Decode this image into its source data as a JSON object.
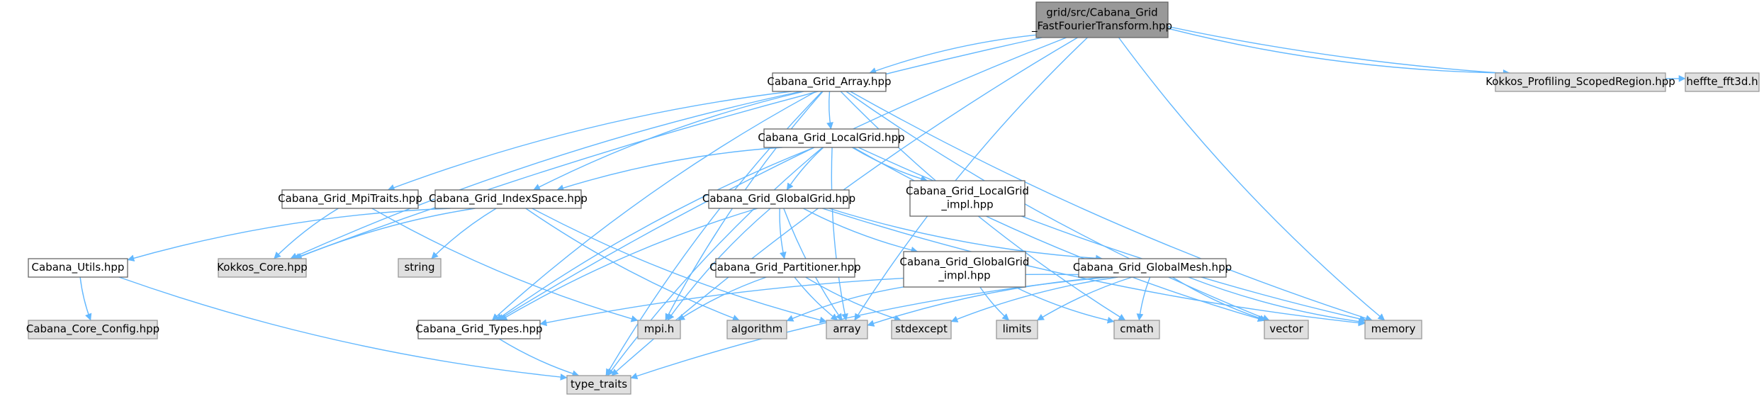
{
  "colors": {
    "edge": "#63b8ff",
    "node_border": "#666666",
    "system_fill": "#e0e0e0",
    "system_border": "#999999",
    "root_fill": "#999999",
    "file_fill": "#ffffff"
  },
  "graph": {
    "nodes": [
      {
        "id": "root",
        "kind": "root",
        "lines": [
          "grid/src/Cabana_Grid",
          "_FastFourierTransform.hpp"
        ]
      },
      {
        "id": "array_hpp",
        "kind": "file",
        "lines": [
          "Cabana_Grid_Array.hpp"
        ]
      },
      {
        "id": "kokkos_prof",
        "kind": "system",
        "lines": [
          "Kokkos_Profiling_ScopedRegion.hpp"
        ]
      },
      {
        "id": "heffte",
        "kind": "system",
        "lines": [
          "heffte_fft3d.h"
        ]
      },
      {
        "id": "localgrid",
        "kind": "file",
        "lines": [
          "Cabana_Grid_LocalGrid.hpp"
        ]
      },
      {
        "id": "mpitraits",
        "kind": "file",
        "lines": [
          "Cabana_Grid_MpiTraits.hpp"
        ]
      },
      {
        "id": "indexspace",
        "kind": "file",
        "lines": [
          "Cabana_Grid_IndexSpace.hpp"
        ]
      },
      {
        "id": "globalgrid",
        "kind": "file",
        "lines": [
          "Cabana_Grid_GlobalGrid.hpp"
        ]
      },
      {
        "id": "localgrid_impl",
        "kind": "file",
        "lines": [
          "Cabana_Grid_LocalGrid",
          "_impl.hpp"
        ]
      },
      {
        "id": "utils",
        "kind": "file",
        "lines": [
          "Cabana_Utils.hpp"
        ]
      },
      {
        "id": "kokkos_core",
        "kind": "system",
        "lines": [
          "Kokkos_Core.hpp"
        ]
      },
      {
        "id": "string",
        "kind": "system",
        "lines": [
          "string"
        ]
      },
      {
        "id": "partitioner",
        "kind": "file",
        "lines": [
          "Cabana_Grid_Partitioner.hpp"
        ]
      },
      {
        "id": "globalgrid_impl",
        "kind": "file",
        "lines": [
          "Cabana_Grid_GlobalGrid",
          "_impl.hpp"
        ]
      },
      {
        "id": "globalmesh",
        "kind": "file",
        "lines": [
          "Cabana_Grid_GlobalMesh.hpp"
        ]
      },
      {
        "id": "core_config",
        "kind": "system",
        "lines": [
          "Cabana_Core_Config.hpp"
        ]
      },
      {
        "id": "types",
        "kind": "file",
        "lines": [
          "Cabana_Grid_Types.hpp"
        ]
      },
      {
        "id": "mpi",
        "kind": "system",
        "lines": [
          "mpi.h"
        ]
      },
      {
        "id": "algorithm",
        "kind": "system",
        "lines": [
          "algorithm"
        ]
      },
      {
        "id": "array",
        "kind": "system",
        "lines": [
          "array"
        ]
      },
      {
        "id": "stdexcept",
        "kind": "system",
        "lines": [
          "stdexcept"
        ]
      },
      {
        "id": "limits",
        "kind": "system",
        "lines": [
          "limits"
        ]
      },
      {
        "id": "cmath",
        "kind": "system",
        "lines": [
          "cmath"
        ]
      },
      {
        "id": "vector",
        "kind": "system",
        "lines": [
          "vector"
        ]
      },
      {
        "id": "memory",
        "kind": "system",
        "lines": [
          "memory"
        ]
      },
      {
        "id": "type_traits",
        "kind": "system",
        "lines": [
          "type_traits"
        ]
      }
    ],
    "edges": [
      [
        "root",
        "array_hpp"
      ],
      [
        "root",
        "kokkos_prof"
      ],
      [
        "root",
        "heffte"
      ],
      [
        "root",
        "kokkos_core"
      ],
      [
        "root",
        "types"
      ],
      [
        "root",
        "array"
      ],
      [
        "root",
        "memory"
      ],
      [
        "root",
        "type_traits"
      ],
      [
        "array_hpp",
        "localgrid"
      ],
      [
        "array_hpp",
        "mpitraits"
      ],
      [
        "array_hpp",
        "indexspace"
      ],
      [
        "array_hpp",
        "kokkos_core"
      ],
      [
        "array_hpp",
        "types"
      ],
      [
        "array_hpp",
        "mpi"
      ],
      [
        "array_hpp",
        "cmath"
      ],
      [
        "array_hpp",
        "vector"
      ],
      [
        "array_hpp",
        "memory"
      ],
      [
        "array_hpp",
        "type_traits"
      ],
      [
        "localgrid",
        "indexspace"
      ],
      [
        "localgrid",
        "globalgrid"
      ],
      [
        "localgrid",
        "localgrid_impl"
      ],
      [
        "localgrid",
        "types"
      ],
      [
        "localgrid",
        "array"
      ],
      [
        "localgrid",
        "type_traits"
      ],
      [
        "localgrid",
        "vector"
      ],
      [
        "localgrid",
        "memory"
      ],
      [
        "mpitraits",
        "kokkos_core"
      ],
      [
        "mpitraits",
        "mpi"
      ],
      [
        "indexspace",
        "utils"
      ],
      [
        "indexspace",
        "kokkos_core"
      ],
      [
        "indexspace",
        "string"
      ],
      [
        "indexspace",
        "algorithm"
      ],
      [
        "indexspace",
        "array"
      ],
      [
        "globalgrid",
        "partitioner"
      ],
      [
        "globalgrid",
        "globalgrid_impl"
      ],
      [
        "globalgrid",
        "globalmesh"
      ],
      [
        "globalgrid",
        "types"
      ],
      [
        "globalgrid",
        "mpi"
      ],
      [
        "globalgrid",
        "array"
      ],
      [
        "globalgrid",
        "memory"
      ],
      [
        "utils",
        "core_config"
      ],
      [
        "utils",
        "type_traits"
      ],
      [
        "partitioner",
        "mpi"
      ],
      [
        "partitioner",
        "array"
      ],
      [
        "partitioner",
        "stdexcept"
      ],
      [
        "globalgrid_impl",
        "algorithm"
      ],
      [
        "globalgrid_impl",
        "limits"
      ],
      [
        "globalgrid_impl",
        "cmath"
      ],
      [
        "globalmesh",
        "types"
      ],
      [
        "globalmesh",
        "array"
      ],
      [
        "globalmesh",
        "stdexcept"
      ],
      [
        "globalmesh",
        "limits"
      ],
      [
        "globalmesh",
        "cmath"
      ],
      [
        "globalmesh",
        "vector"
      ],
      [
        "globalmesh",
        "memory"
      ],
      [
        "globalmesh",
        "type_traits"
      ],
      [
        "types",
        "type_traits"
      ]
    ]
  }
}
